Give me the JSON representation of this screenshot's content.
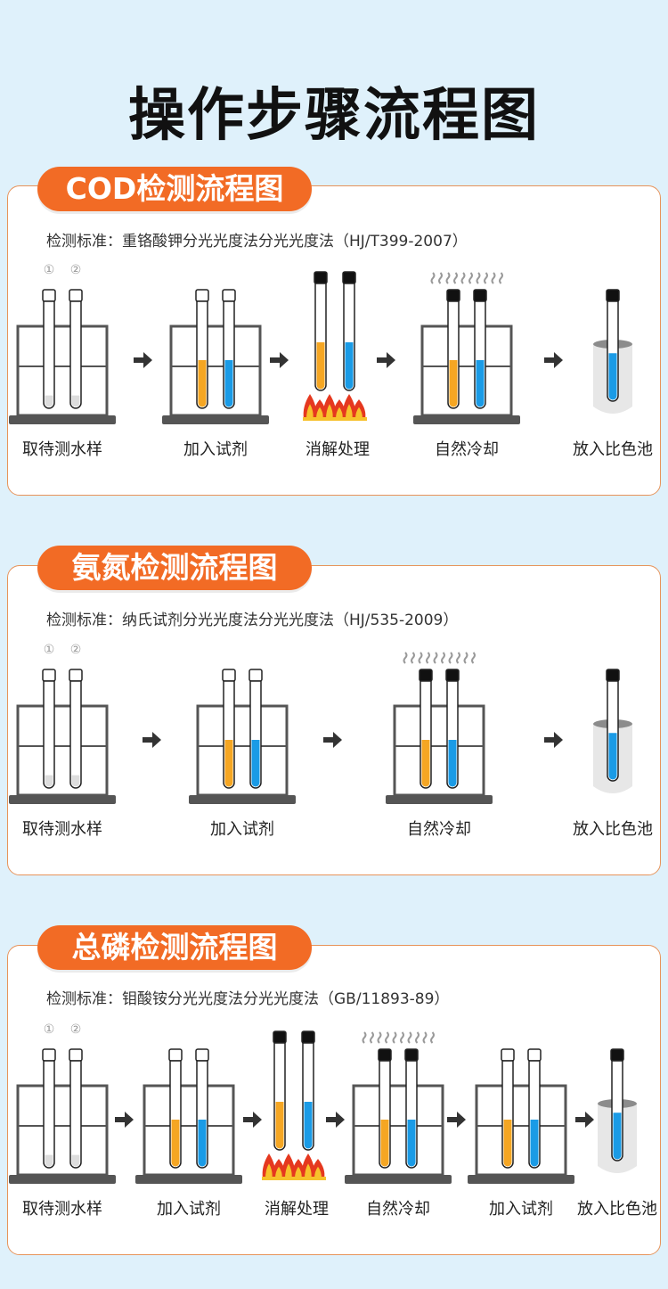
{
  "page": {
    "title": "操作步骤流程图"
  },
  "colors": {
    "accent": "#f26b25",
    "orange_liquid": "#f5a623",
    "blue_liquid": "#1a9be6",
    "frame": "#555555",
    "background": "#dff1fb"
  },
  "sections": [
    {
      "title": "COD检测流程图",
      "standard": "检测标准：重铬酸钾分光光度法分光光度法（HJ/T399-2007）",
      "steps": [
        {
          "label": "取待测水样",
          "type": "rack-sample",
          "markers": [
            "①",
            "②"
          ]
        },
        {
          "label": "加入试剂",
          "type": "rack-reagent"
        },
        {
          "label": "消解处理",
          "type": "heat"
        },
        {
          "label": "自然冷却",
          "type": "rack-cool"
        },
        {
          "label": "放入比色池",
          "type": "cuvette"
        }
      ]
    },
    {
      "title": "氨氮检测流程图",
      "standard": "检测标准：纳氏试剂分光光度法分光光度法（HJ/535-2009）",
      "steps": [
        {
          "label": "取待测水样",
          "type": "rack-sample",
          "markers": [
            "①",
            "②"
          ]
        },
        {
          "label": "加入试剂",
          "type": "rack-reagent"
        },
        {
          "label": "自然冷却",
          "type": "rack-cool"
        },
        {
          "label": "放入比色池",
          "type": "cuvette"
        }
      ]
    },
    {
      "title": "总磷检测流程图",
      "standard": "检测标准：钼酸铵分光光度法分光光度法（GB/11893-89）",
      "steps": [
        {
          "label": "取待测水样",
          "type": "rack-sample",
          "markers": [
            "①",
            "②"
          ]
        },
        {
          "label": "加入试剂",
          "type": "rack-reagent"
        },
        {
          "label": "消解处理",
          "type": "heat"
        },
        {
          "label": "自然冷却",
          "type": "rack-cool"
        },
        {
          "label": "加入试剂",
          "type": "rack-reagent"
        },
        {
          "label": "放入比色池",
          "type": "cuvette"
        }
      ]
    }
  ]
}
